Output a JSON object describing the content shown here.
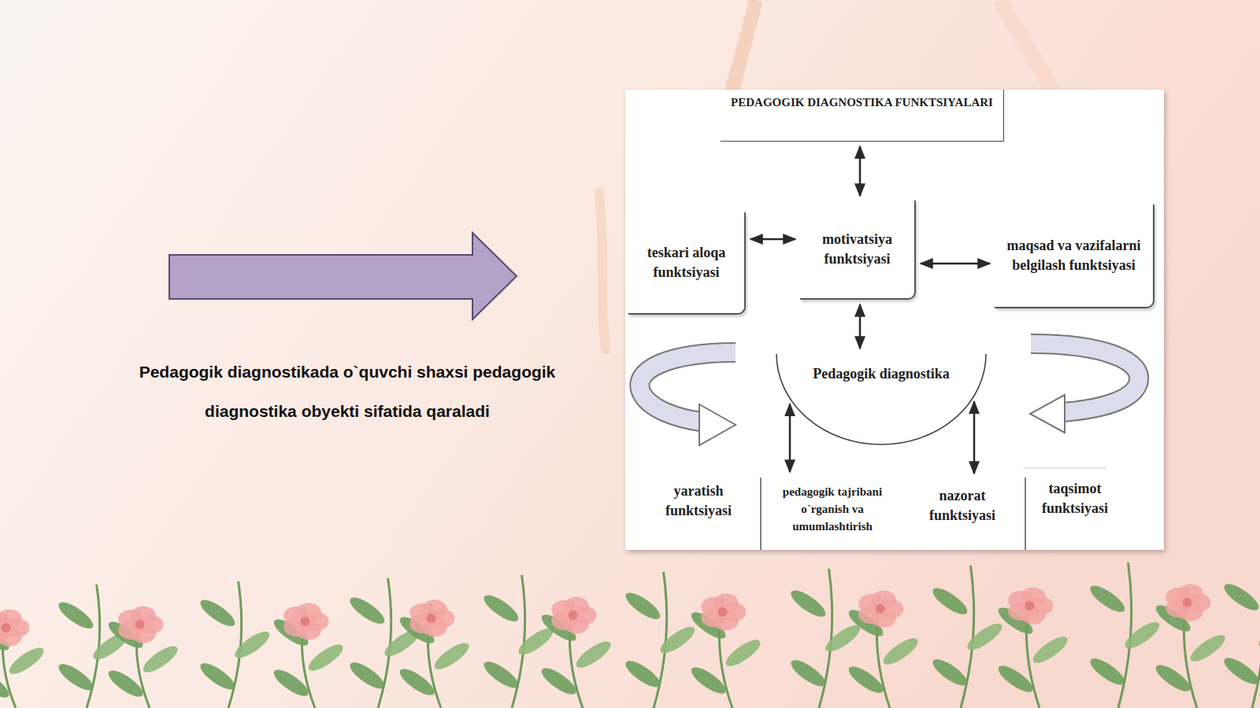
{
  "diagram": {
    "nodes": [
      {
        "text": [
          "PEDAGOGIK DIAGNOSTIKA FUNKTSIYALARI"
        ]
      },
      {
        "text": [
          "teskari aloqa funktsiyasi"
        ]
      },
      {
        "text": [
          "motivatsiya funktsiyasi"
        ]
      },
      {
        "text": [
          "maqsad va vazifalarni belgilash funktsiyasi"
        ]
      },
      {
        "text": [
          "Pedagogik diagnostika"
        ]
      },
      {
        "text": [
          "yaratish funktsiyasi"
        ]
      },
      {
        "text": [
          "pedagogik tajribani o`rganish va umumlashtirish"
        ]
      },
      {
        "text": [
          "nazorat funktsiyasi"
        ]
      },
      {
        "text": [
          "taqsimot funktsiyasi"
        ]
      }
    ],
    "edges": [
      {
        "from": 0,
        "to": 2,
        "arrow": "both"
      },
      {
        "from": 1,
        "to": 2,
        "arrow": "both"
      },
      {
        "from": 2,
        "to": 3,
        "arrow": "both"
      },
      {
        "from": 2,
        "to": 4,
        "arrow": "both"
      },
      {
        "from": 4,
        "to": 6,
        "arrow": "both"
      },
      {
        "from": 4,
        "to": 7,
        "arrow": "both"
      }
    ],
    "labels": [
      "Pedagogik diagnostikada o`quvchi shaxsi pedagogik diagnostika obyekti sifatida qaraladi"
    ]
  }
}
